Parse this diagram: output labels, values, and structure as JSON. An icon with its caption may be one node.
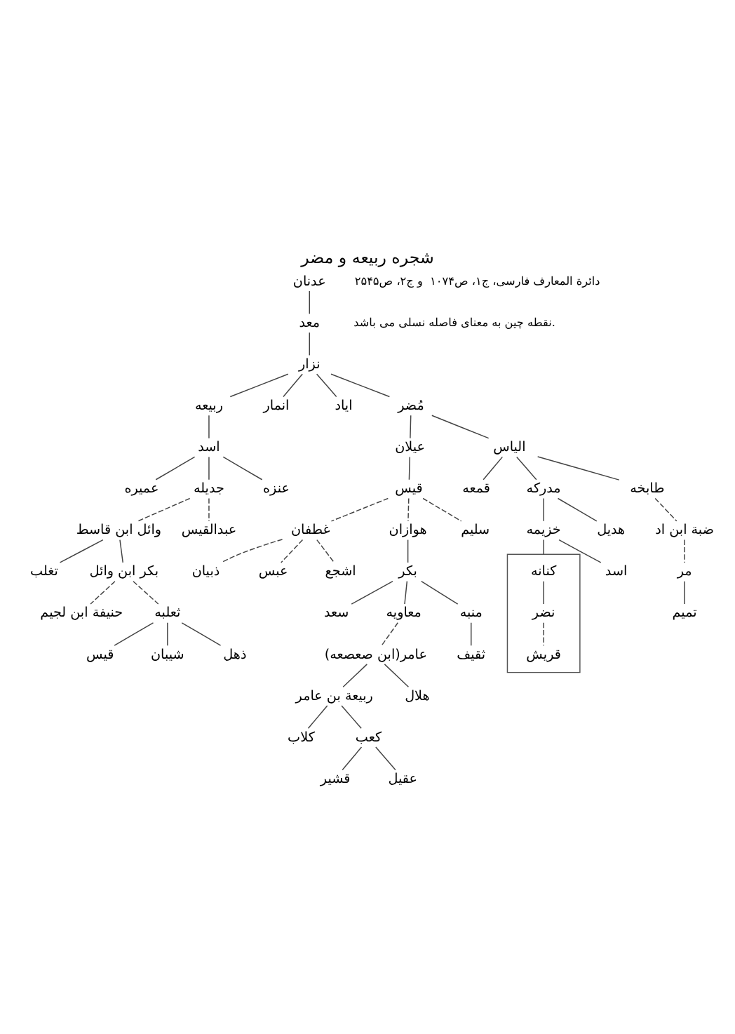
{
  "diagram": {
    "title": "شجره ربیعه و مضر",
    "nodes": [
      {
        "text": [
          "عدنان"
        ]
      },
      {
        "text": [
          "معد"
        ]
      },
      {
        "text": [
          "نزار"
        ]
      },
      {
        "text": [
          "مُضر"
        ]
      },
      {
        "text": [
          "ایاد"
        ]
      },
      {
        "text": [
          "انمار"
        ]
      },
      {
        "text": [
          "ربیعه"
        ]
      },
      {
        "text": [
          "الیاس"
        ]
      },
      {
        "text": [
          "عیلان"
        ]
      },
      {
        "text": [
          "اسد"
        ]
      },
      {
        "text": [
          "طابخه"
        ]
      },
      {
        "text": [
          "مدرکه"
        ]
      },
      {
        "text": [
          "قمعه"
        ]
      },
      {
        "text": [
          "قیس"
        ]
      },
      {
        "text": [
          "عنزه"
        ]
      },
      {
        "text": [
          "جدیله"
        ]
      },
      {
        "text": [
          "عمیره"
        ]
      },
      {
        "text": [
          "ضبة ابن اد"
        ]
      },
      {
        "text": [
          "عبدالقیس"
        ]
      },
      {
        "text": [
          "وائل ابن قاسط"
        ]
      },
      {
        "text": [
          "سلیم"
        ]
      },
      {
        "text": [
          "هوازان"
        ]
      },
      {
        "text": [
          "غطفان"
        ]
      },
      {
        "text": [
          "بکر ابن وائل"
        ]
      },
      {
        "text": [
          "تغلب"
        ]
      },
      {
        "text": [
          "مر"
        ]
      },
      {
        "text": [
          "اشجع"
        ]
      },
      {
        "text": [
          "تمیم"
        ]
      },
      {
        "text": [
          "عبس"
        ]
      },
      {
        "text": [
          "ذبیان"
        ]
      },
      {
        "text": [
          "حنیفة ابن لجیم"
        ]
      },
      {
        "text": [
          "ثعلبه"
        ]
      },
      {
        "text": [
          "ذهل"
        ]
      },
      {
        "text": [
          "شیبان"
        ]
      },
      {
        "text": [
          "قیس"
        ]
      },
      {
        "text": [
          "هدیل"
        ]
      },
      {
        "text": [
          "خزیمه"
        ]
      },
      {
        "text": [],
        "shape": "box"
      },
      {
        "text": [
          "کنانه"
        ],
        "in": 37
      },
      {
        "text": [
          "نضر"
        ],
        "in": 37
      },
      {
        "text": [
          "قریش"
        ],
        "in": 37
      },
      {
        "text": [
          "اسد"
        ]
      },
      {
        "text": [
          "بکر"
        ]
      },
      {
        "text": [
          "منبه"
        ]
      },
      {
        "text": [
          "معاویه"
        ]
      },
      {
        "text": [
          "سعد"
        ]
      },
      {
        "text": [
          "ثقیف"
        ]
      },
      {
        "text": [
          "عامر(ابن صعصعه)"
        ]
      },
      {
        "text": [
          "هلال"
        ]
      },
      {
        "text": [
          "ربیعة بن عامر"
        ]
      },
      {
        "text": [
          "کعب"
        ]
      },
      {
        "text": [
          "کلاب"
        ]
      },
      {
        "text": [
          "عقیل"
        ]
      },
      {
        "text": [
          "قشیر"
        ]
      }
    ],
    "edges": [
      {
        "from": 0,
        "to": 1,
        "arrow": "none"
      },
      {
        "from": 1,
        "to": 2,
        "arrow": "none"
      },
      {
        "from": 2,
        "to": 6,
        "arrow": "none"
      },
      {
        "from": 2,
        "to": 5,
        "arrow": "none"
      },
      {
        "from": 2,
        "to": 4,
        "arrow": "none"
      },
      {
        "from": 2,
        "to": 3,
        "arrow": "none"
      },
      {
        "from": 6,
        "to": 9,
        "arrow": "none"
      },
      {
        "from": 3,
        "to": 8,
        "arrow": "none"
      },
      {
        "from": 3,
        "to": 7,
        "arrow": "none"
      },
      {
        "from": 9,
        "to": 16,
        "arrow": "none"
      },
      {
        "from": 9,
        "to": 15,
        "arrow": "none"
      },
      {
        "from": 9,
        "to": 14,
        "arrow": "none"
      },
      {
        "from": 8,
        "to": 13,
        "arrow": "none"
      },
      {
        "from": 7,
        "to": 12,
        "arrow": "none"
      },
      {
        "from": 7,
        "to": 11,
        "arrow": "none"
      },
      {
        "from": 7,
        "to": 10,
        "arrow": "none"
      },
      {
        "from": 15,
        "to": 19,
        "arrow": "none",
        "style": "dashed"
      },
      {
        "from": 15,
        "to": 18,
        "arrow": "none",
        "style": "dashed"
      },
      {
        "from": 19,
        "to": 24,
        "arrow": "none"
      },
      {
        "from": 19,
        "to": 23,
        "arrow": "none"
      },
      {
        "from": 23,
        "to": 30,
        "arrow": "none",
        "style": "dashed"
      },
      {
        "from": 23,
        "to": 31,
        "arrow": "none",
        "style": "dashed"
      },
      {
        "from": 31,
        "to": 34,
        "arrow": "none"
      },
      {
        "from": 31,
        "to": 33,
        "arrow": "none"
      },
      {
        "from": 31,
        "to": 32,
        "arrow": "none"
      },
      {
        "from": 13,
        "to": 22,
        "arrow": "none",
        "style": "dashed"
      },
      {
        "from": 13,
        "to": 21,
        "arrow": "none",
        "style": "dashed"
      },
      {
        "from": 13,
        "to": 20,
        "arrow": "none",
        "style": "dashed"
      },
      {
        "from": 22,
        "to": 29,
        "arrow": "none",
        "style": "dashed"
      },
      {
        "from": 22,
        "to": 28,
        "arrow": "none",
        "style": "dashed"
      },
      {
        "from": 22,
        "to": 26,
        "arrow": "none",
        "style": "dashed"
      },
      {
        "from": 10,
        "to": 17,
        "arrow": "none",
        "style": "dashed"
      },
      {
        "from": 17,
        "to": 25,
        "arrow": "none",
        "style": "dashed"
      },
      {
        "from": 25,
        "to": 27,
        "arrow": "none"
      },
      {
        "from": 11,
        "to": 36,
        "arrow": "none"
      },
      {
        "from": 11,
        "to": 35,
        "arrow": "none"
      },
      {
        "from": 36,
        "to": 41,
        "arrow": "none"
      },
      {
        "from": 36,
        "to": 37,
        "arrow": "none"
      },
      {
        "from": 38,
        "to": 39,
        "arrow": "none"
      },
      {
        "from": 39,
        "to": 40,
        "arrow": "none",
        "style": "dashed"
      },
      {
        "from": 21,
        "to": 42,
        "arrow": "none"
      },
      {
        "from": 42,
        "to": 45,
        "arrow": "none"
      },
      {
        "from": 42,
        "to": 44,
        "arrow": "none"
      },
      {
        "from": 42,
        "to": 43,
        "arrow": "none"
      },
      {
        "from": 43,
        "to": 46,
        "arrow": "none"
      },
      {
        "from": 44,
        "to": 47,
        "arrow": "none",
        "style": "dashed"
      },
      {
        "from": 47,
        "to": 49,
        "arrow": "none"
      },
      {
        "from": 47,
        "to": 48,
        "arrow": "none"
      },
      {
        "from": 49,
        "to": 51,
        "arrow": "none"
      },
      {
        "from": 49,
        "to": 50,
        "arrow": "none"
      },
      {
        "from": 50,
        "to": 53,
        "arrow": "none"
      },
      {
        "from": 50,
        "to": 52,
        "arrow": "none"
      }
    ],
    "labels": [
      "دائرة المعارف فارسی، ج۱، ص۱۰۷۴  و ج۲، ص۲۵۴۵",
      "نقطه چین به معنای فاصله نسلی می باشد."
    ]
  }
}
